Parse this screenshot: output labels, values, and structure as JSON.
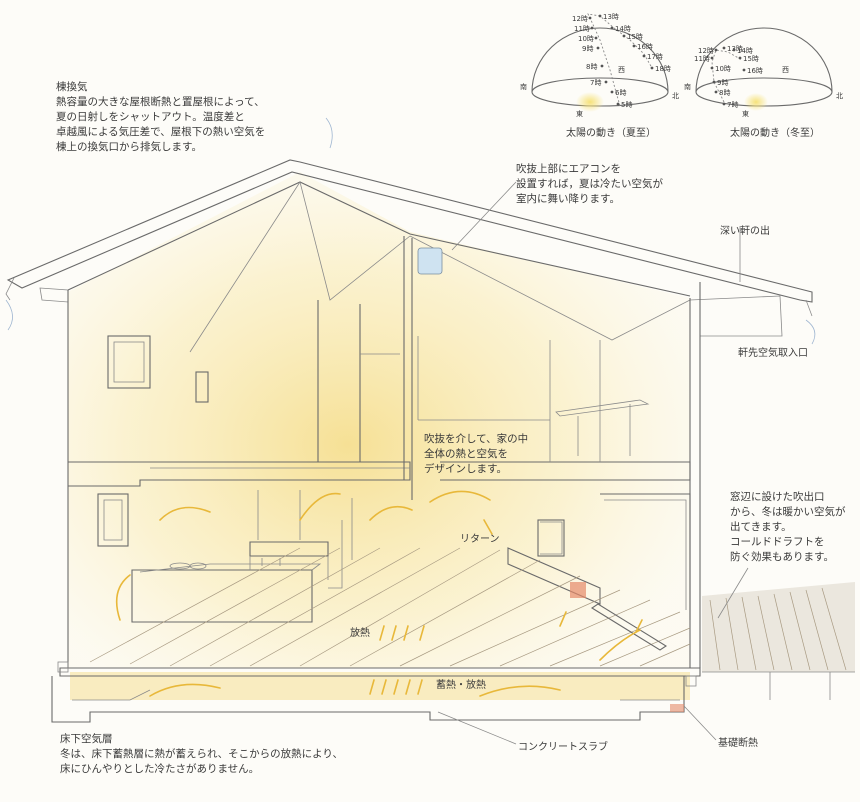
{
  "annotations": {
    "ridge_vent_title": "棟換気",
    "ridge_vent_body": "熱容量の大きな屋根断熱と置屋根によって、\n夏の日射しをシャットアウト。温度差と\n卓越風による気圧差で、屋根下の熱い空気を\n棟上の換気口から排気します。",
    "aircon": "吹抜上部にエアコンを\n設置すれば，夏は冷たい空気が\n室内に舞い降ります。",
    "deep_eaves": "深い軒の出",
    "eave_intake": "軒先空気取入口",
    "atrium": "吹抜を介して、家の中\n全体の熱と空気を\nデザインします。",
    "return": "リターン",
    "window_outlet": "窓辺に設けた吹出口\nから、冬は暖かい空気が\n出てきます。\nコールドドラフトを\n防ぐ効果もあります。",
    "heat_release": "放熱",
    "storage_release": "蓄熱・放熱",
    "underfloor_title": "床下空気層",
    "underfloor_body": "冬は、床下蓄熱層に熱が蓄えられ、そこからの放熱により、\n床にひんやりとした冷たさがありません。",
    "slab": "コンクリートスラブ",
    "foundation": "基礎断熱"
  },
  "sun_paths": [
    {
      "caption": "太陽の動き（夏至）",
      "hours": [
        "5時",
        "6時",
        "7時",
        "8時",
        "9時",
        "10時",
        "11時",
        "12時",
        "13時",
        "14時",
        "15時",
        "16時",
        "17時",
        "18時"
      ]
    },
    {
      "caption": "太陽の動き（冬至）",
      "hours": [
        "7時",
        "8時",
        "9時",
        "10時",
        "11時",
        "12時",
        "13時",
        "14時",
        "15時",
        "16時"
      ]
    }
  ],
  "compass": {
    "south": "南",
    "north": "北",
    "east": "東",
    "west": "西"
  },
  "colors": {
    "warm_glow": "#f4d774",
    "sun": "#f6e27a",
    "ink": "#6a6a6a",
    "deck": "#8a7a66"
  }
}
